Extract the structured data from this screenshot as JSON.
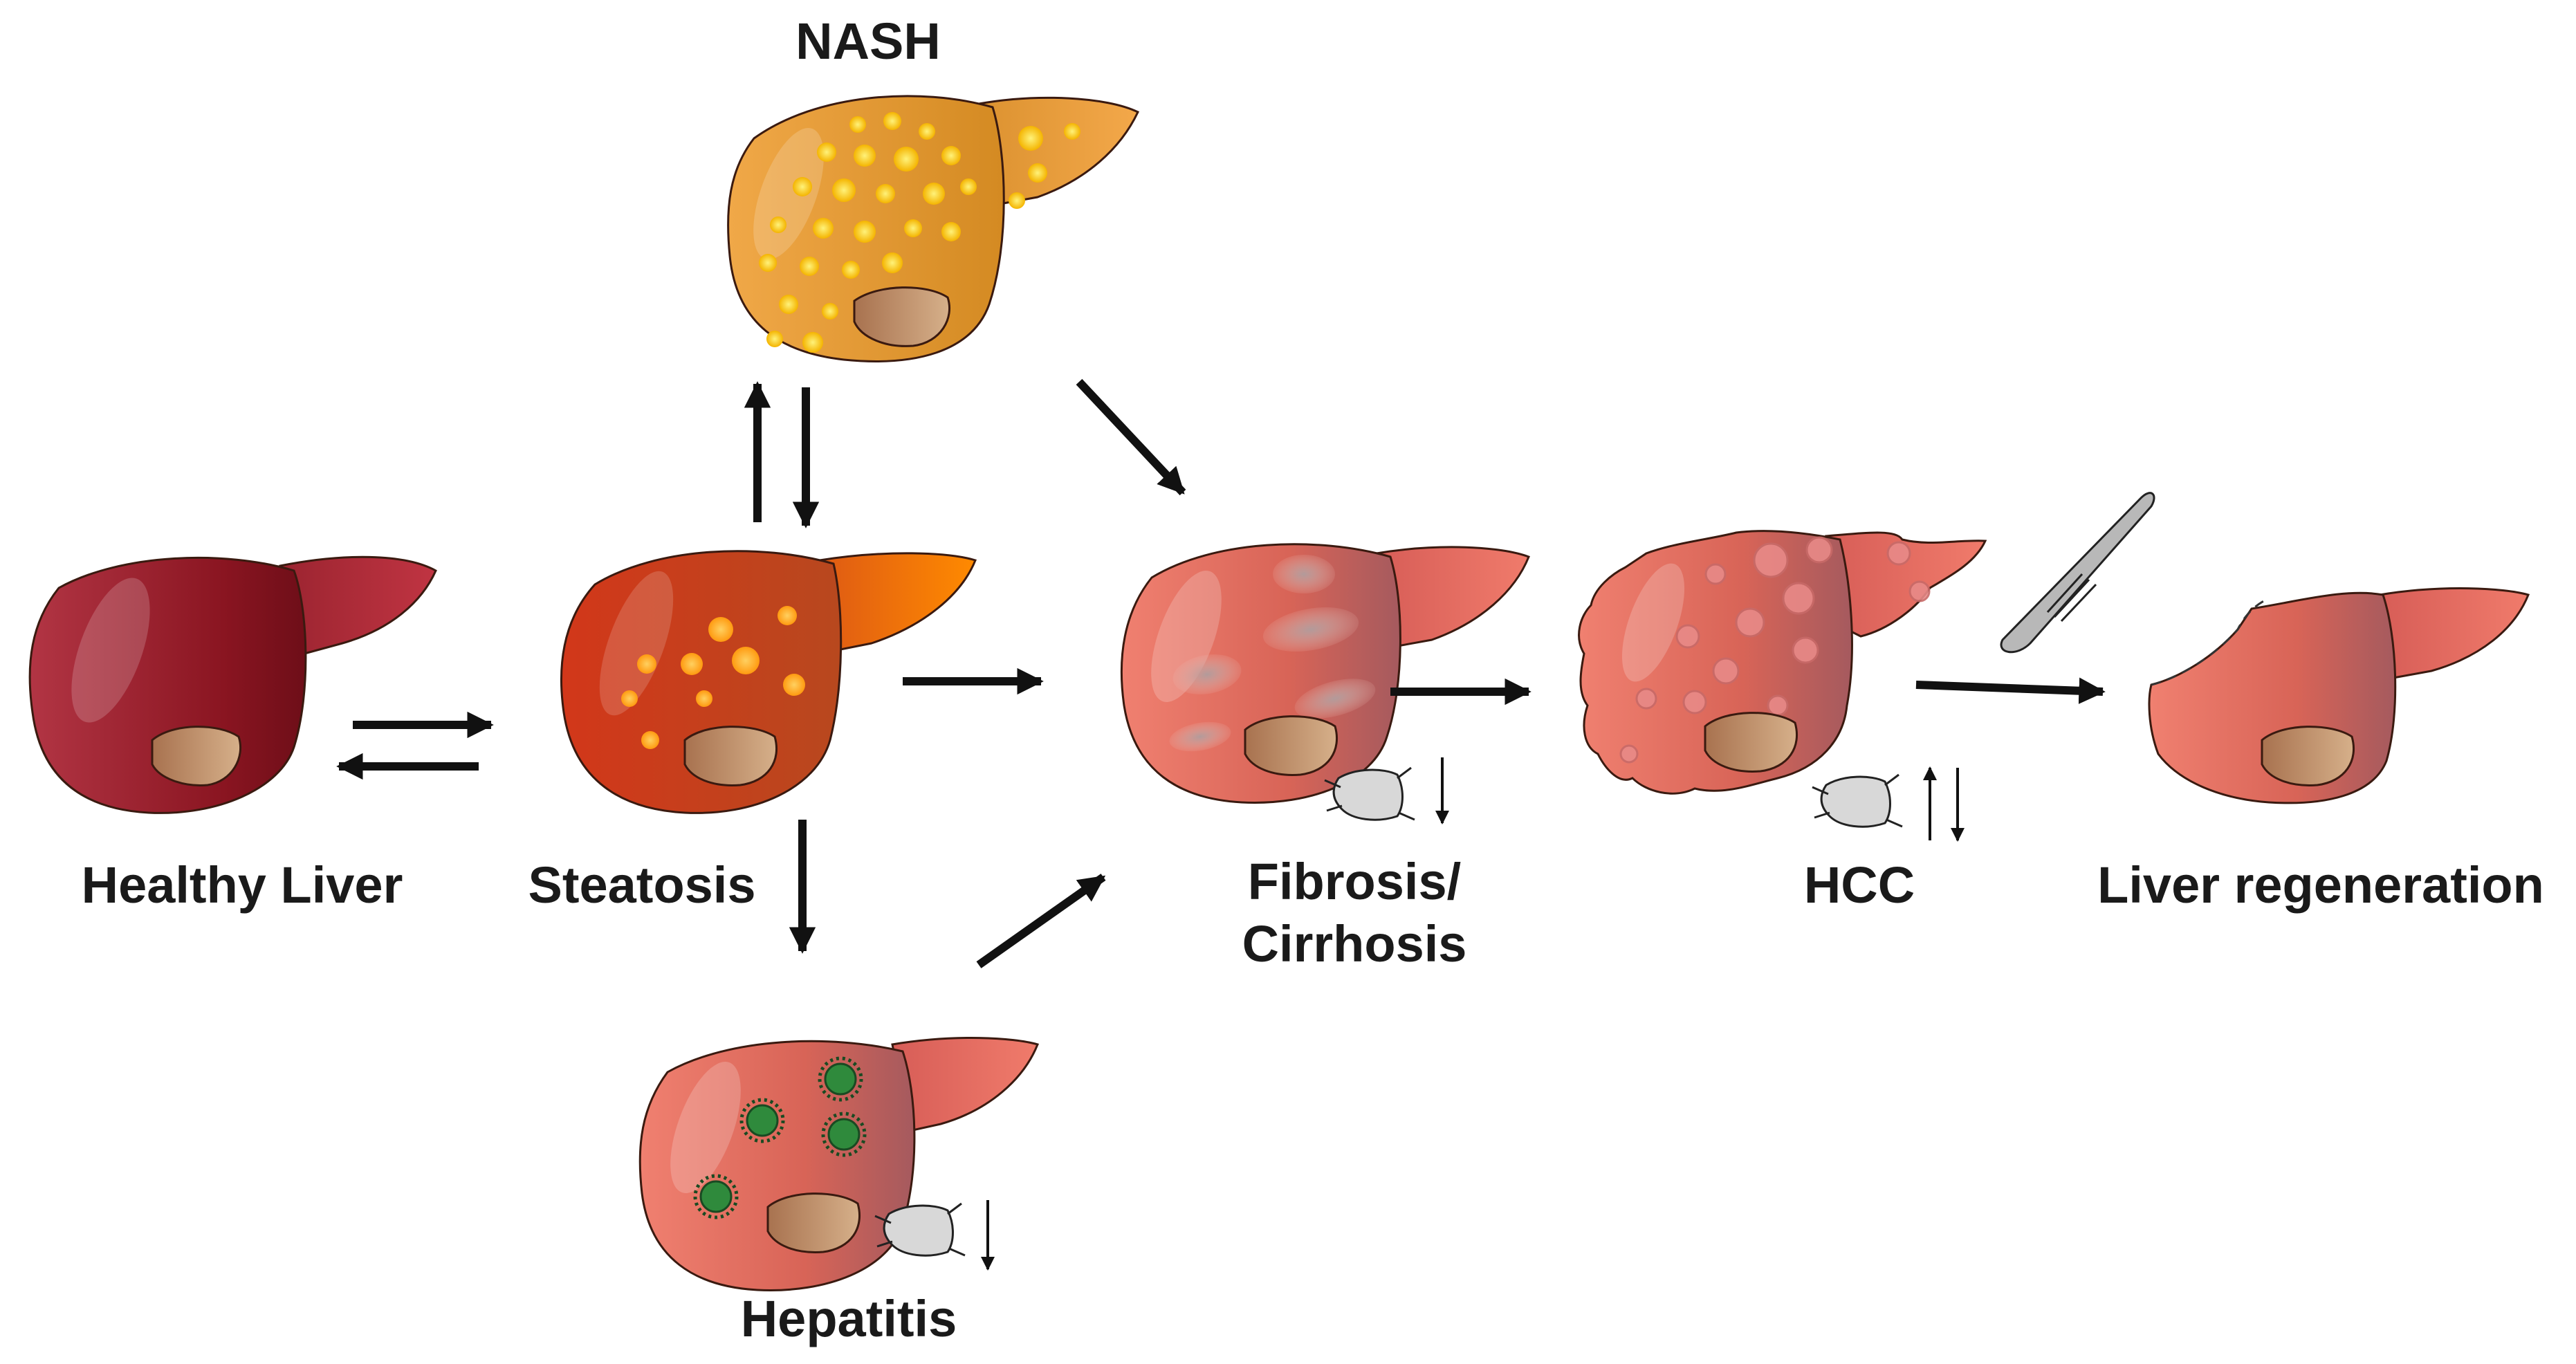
{
  "stages": {
    "healthy": "Healthy Liver",
    "steatosis": "Steatosis",
    "nash": "NASH",
    "hepatitis": "Hepatitis",
    "fibrosis_line1": "Fibrosis/",
    "fibrosis_line2": "Cirrhosis",
    "hcc": "HCC",
    "regeneration": "Liver regeneration"
  },
  "colors": {
    "healthy": "#8e1a26",
    "steatosis": "#c9421e",
    "nash": "#e39a2e",
    "inflamed": "#e36a5e",
    "gallbladder": "#c39873",
    "fat_droplet": "#f6c400",
    "virus": "#2f8a3c",
    "arrow": "#111111"
  },
  "icons": {
    "vessel": "blood-vessel-icon",
    "scalpel": "scalpel-icon",
    "virus": "virus-icon"
  }
}
